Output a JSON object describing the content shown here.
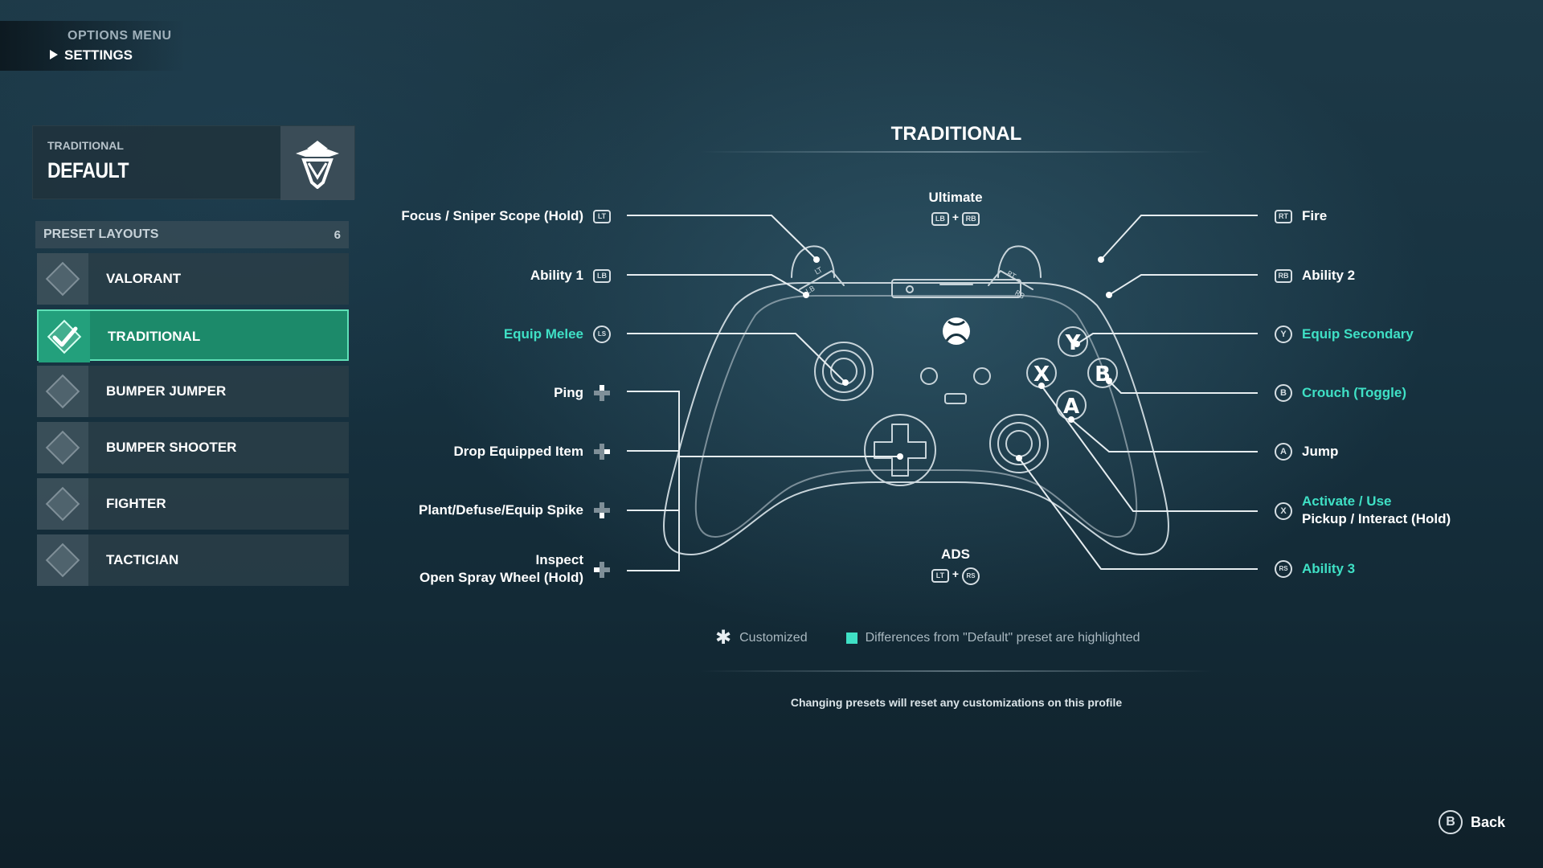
{
  "breadcrumb": {
    "parent": "OPTIONS MENU",
    "current": "SETTINGS"
  },
  "profile": {
    "subtitle": "TRADITIONAL",
    "title": "DEFAULT",
    "icon": "agent-hat-icon"
  },
  "presets": {
    "header": "PRESET LAYOUTS",
    "count": "6",
    "items": [
      {
        "label": "VALORANT",
        "active": false
      },
      {
        "label": "TRADITIONAL",
        "active": true
      },
      {
        "label": "BUMPER JUMPER",
        "active": false
      },
      {
        "label": "BUMPER SHOOTER",
        "active": false
      },
      {
        "label": "FIGHTER",
        "active": false
      },
      {
        "label": "TACTICIAN",
        "active": false
      }
    ]
  },
  "layout_title": "TRADITIONAL",
  "ultimate": {
    "label": "Ultimate",
    "glyph_a": "LB",
    "glyph_b": "RB"
  },
  "ads": {
    "label": "ADS",
    "glyph_a": "LT",
    "glyph_b": "RS"
  },
  "plus": "+",
  "left_bindings": [
    {
      "label": "Focus / Sniper Scope (Hold)",
      "glyph": "LT",
      "highlight": false
    },
    {
      "label": "Ability 1",
      "glyph": "LB",
      "highlight": false
    },
    {
      "label": "Equip Melee",
      "glyph": "LS",
      "highlight": true
    },
    {
      "label": "Ping",
      "glyph": "dpad-up",
      "highlight": false
    },
    {
      "label": "Drop Equipped Item",
      "glyph": "dpad-right",
      "highlight": false
    },
    {
      "label": "Plant/Defuse/Equip Spike",
      "glyph": "dpad-down",
      "highlight": false
    },
    {
      "label": "Inspect",
      "label2": "Open Spray Wheel (Hold)",
      "glyph": "dpad-left",
      "highlight": false
    }
  ],
  "right_bindings": [
    {
      "label": "Fire",
      "glyph": "RT",
      "highlight": false
    },
    {
      "label": "Ability 2",
      "glyph": "RB",
      "highlight": false
    },
    {
      "label": "Equip Secondary",
      "glyph": "Y",
      "highlight": true
    },
    {
      "label": "Crouch (Toggle)",
      "glyph": "B",
      "highlight": true
    },
    {
      "label": "Jump",
      "glyph": "A",
      "highlight": false
    },
    {
      "label": "Activate / Use",
      "label2": "Pickup / Interact (Hold)",
      "glyph": "X",
      "highlight": true
    },
    {
      "label": "Ability 3",
      "glyph": "RS",
      "highlight": true
    }
  ],
  "legend": {
    "customized": "Customized",
    "differences": "Differences from \"Default\" preset are highlighted"
  },
  "warning": "Changing presets will reset any customizations on this profile",
  "back": {
    "glyph": "B",
    "label": "Back"
  },
  "colors": {
    "accent": "#3fe0c5",
    "active_preset": "#1c8a6a",
    "background": "#173240"
  }
}
